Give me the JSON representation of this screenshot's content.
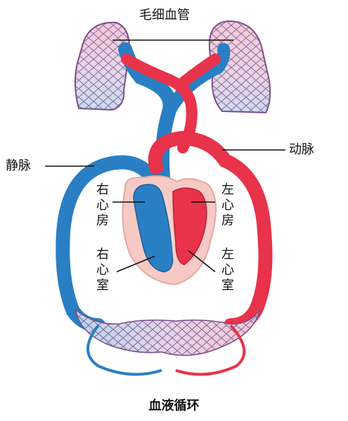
{
  "labels": {
    "capillaries": "毛细血管",
    "vein": "静脉",
    "artery": "动脉",
    "right_atrium": "右心房",
    "left_atrium": "左心房",
    "right_ventricle": "右心室",
    "left_ventricle": "左心室"
  },
  "caption": "血液循环",
  "colors": {
    "venous": "#2a7fc4",
    "arterial": "#e8334a",
    "heart_bg": "#f6c9c4",
    "mesh": "#7a5a8c",
    "leader": "#111111"
  }
}
